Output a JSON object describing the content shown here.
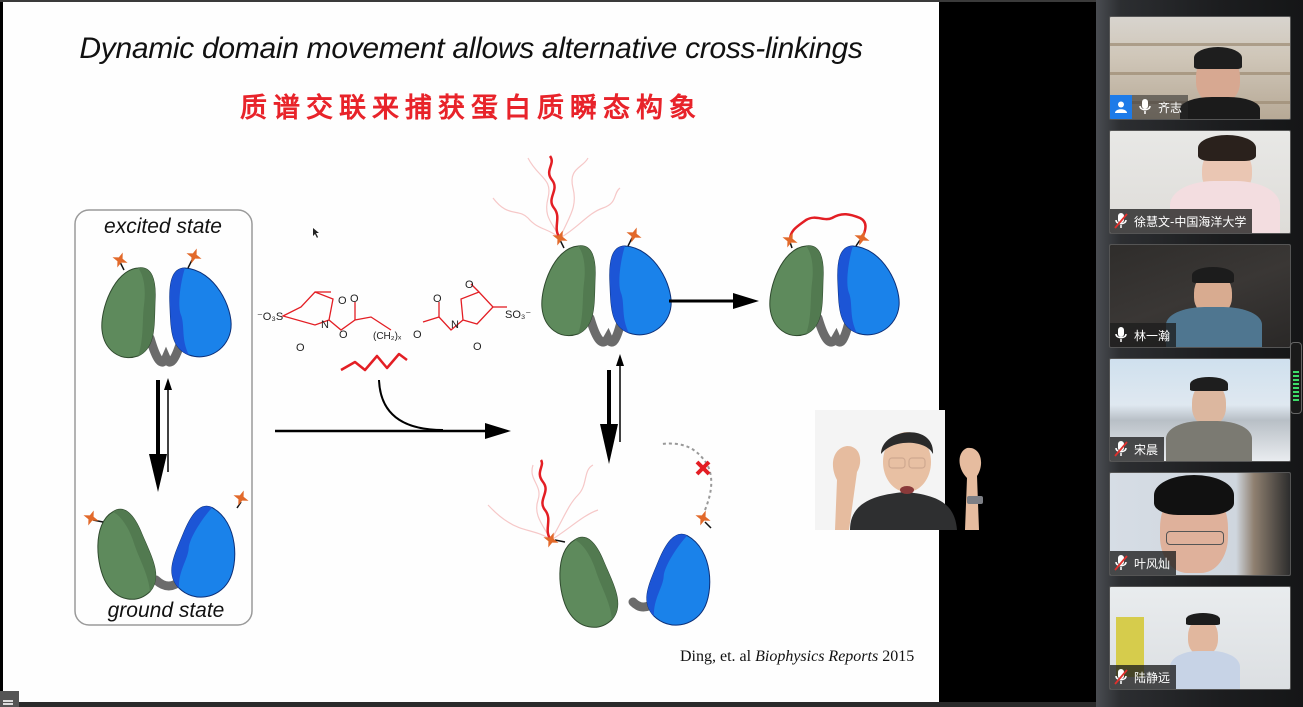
{
  "slide": {
    "title": "Dynamic domain movement allows alternative cross-linkings",
    "subtitle": "质谱交联来捕获蛋白质瞬态构象",
    "citation": {
      "authors": "Ding, et. al ",
      "journal": "Biophysics Reports",
      "year": " 2015"
    },
    "diagram": {
      "excited_label": "excited state",
      "ground_label": "ground state",
      "crosslinker": {
        "left_group": "⁻O₃S",
        "right_group": "SO₃⁻",
        "linker": "(CH₂)ₓ",
        "atoms": [
          "O",
          "N",
          "O",
          "O",
          "O",
          "O",
          "N",
          "O",
          "O"
        ]
      },
      "colors": {
        "green_domain": "#5e8a5c",
        "blue_domain": "#1d72e6",
        "linker": "#6b6b6b",
        "star": "#e2692a",
        "crosslinker": "#e31e24",
        "box_border": "#9a9a9a"
      }
    }
  },
  "presenter_video": {
    "label": "presenter-camera"
  },
  "participants": [
    {
      "name": "齐志",
      "mic": "on",
      "host": true
    },
    {
      "name": "徐慧文-中国海洋大学",
      "mic": "muted",
      "host": false
    },
    {
      "name": "林一瀚",
      "mic": "on",
      "host": false
    },
    {
      "name": "宋晨",
      "mic": "muted",
      "host": false
    },
    {
      "name": "叶风灿",
      "mic": "muted",
      "host": false
    },
    {
      "name": "陆静远",
      "mic": "muted",
      "host": false
    }
  ]
}
